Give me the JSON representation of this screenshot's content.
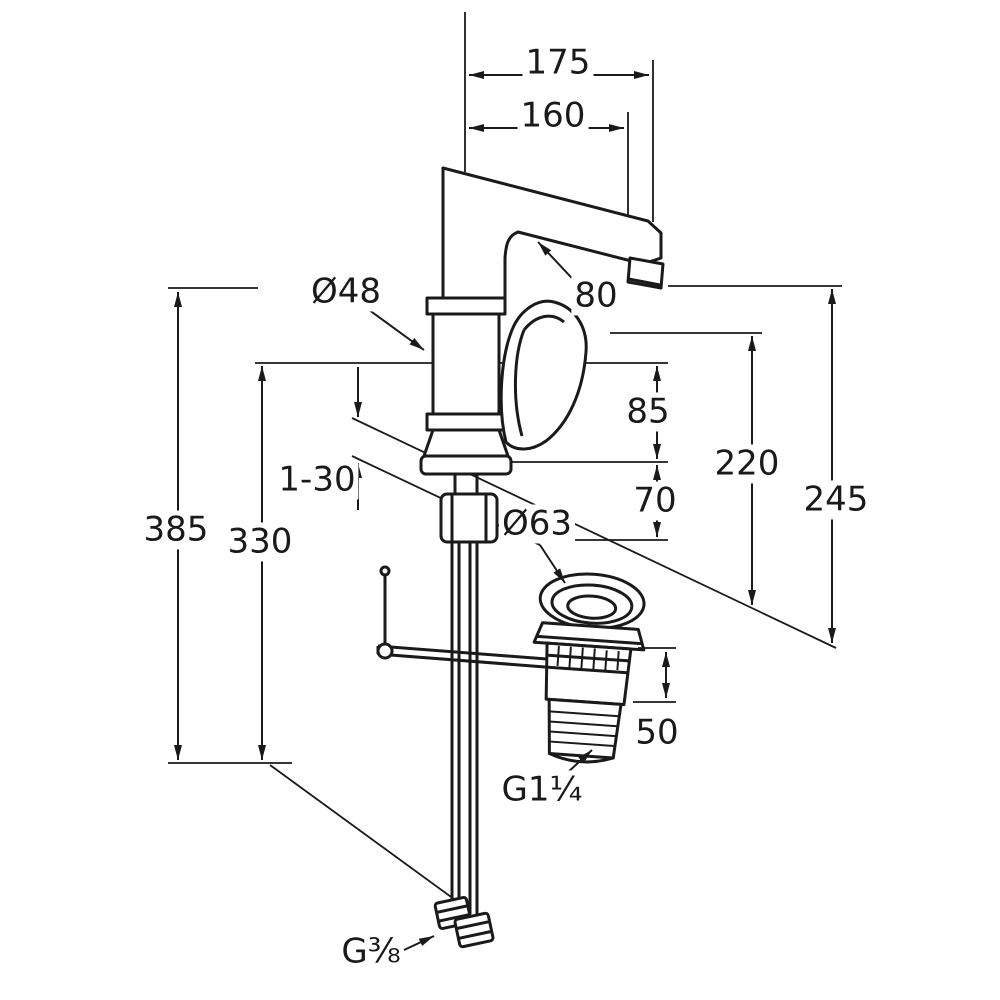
{
  "drawing": {
    "type": "technical-dimension-drawing",
    "subject": "single-lever basin mixer faucet with pop-up waste",
    "colors": {
      "line": "#1a1a1a",
      "background": "#ffffff"
    },
    "labels": {
      "dim_175": "175",
      "dim_160": "160",
      "dia_48": "Ø48",
      "dim_80": "80",
      "dim_85": "85",
      "dim_70": "70",
      "dim_220": "220",
      "dim_245": "245",
      "dim_1_30": "1-30",
      "dim_385": "385",
      "dim_330": "330",
      "dia_63": "Ø63",
      "dim_50": "50",
      "thread_drain": "G1¼",
      "thread_supply": "G⅜"
    }
  }
}
